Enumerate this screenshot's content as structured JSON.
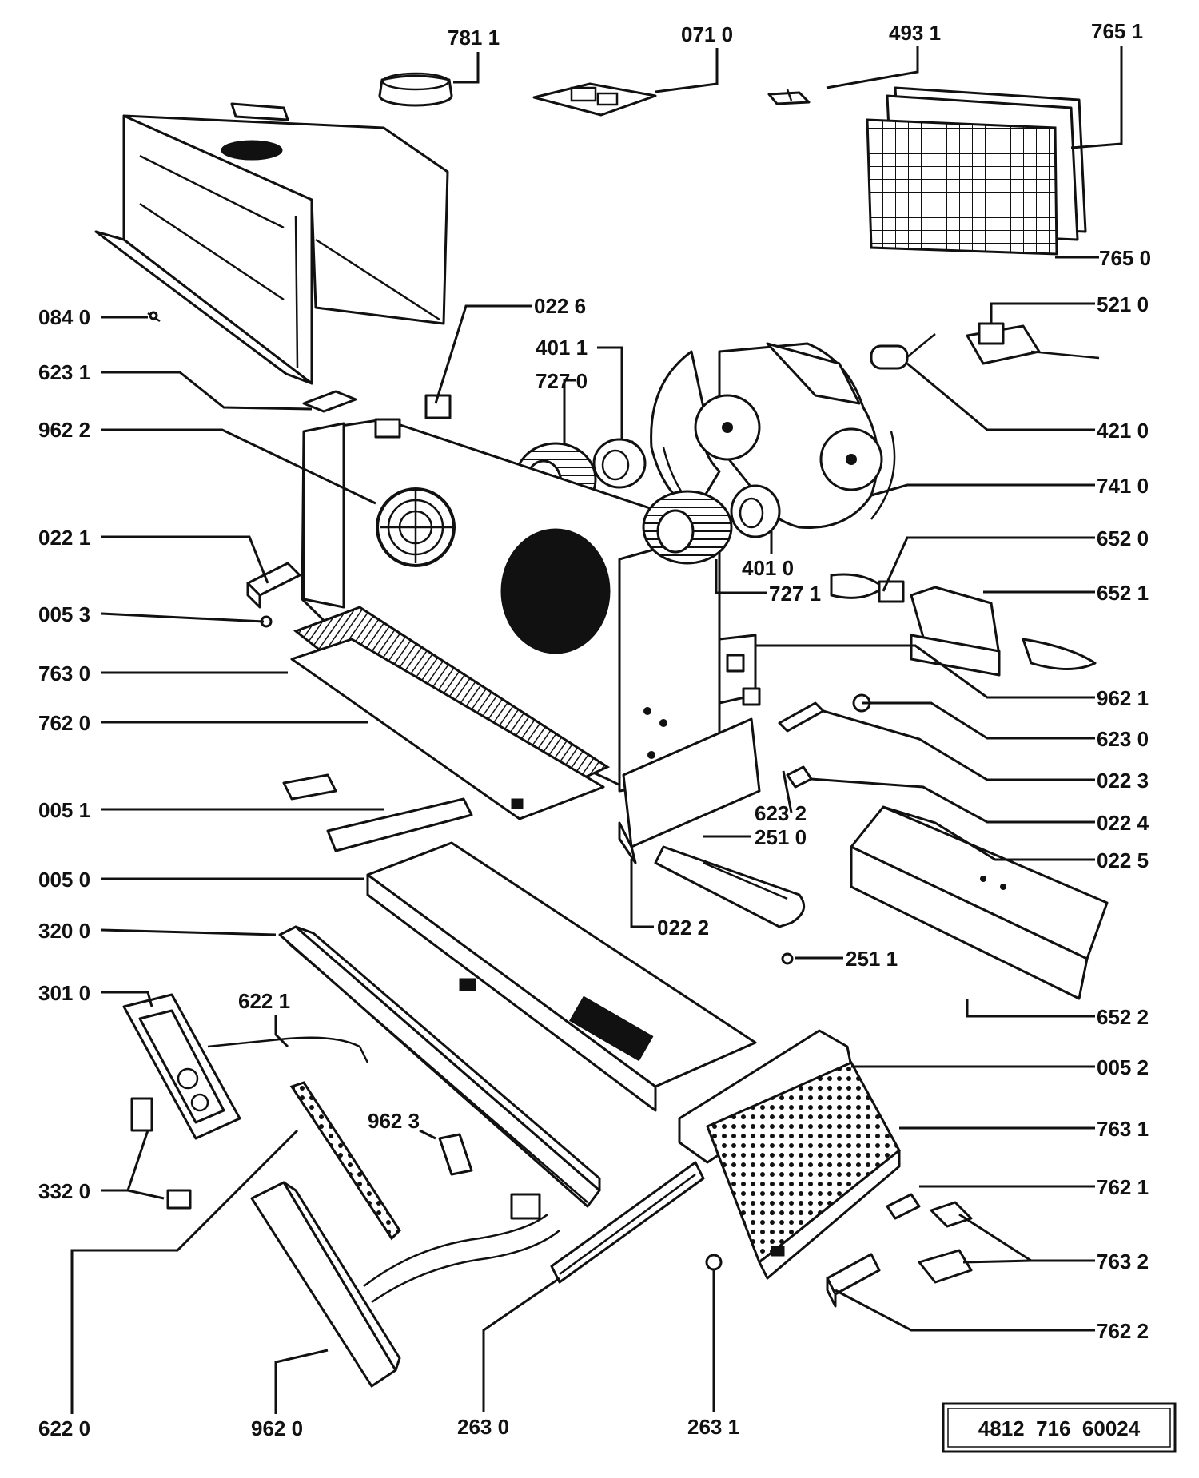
{
  "document_number": "4812  716  60024",
  "callouts": {
    "c7811": "781 1",
    "c0710": "071 0",
    "c4931": "493 1",
    "c7651": "765 1",
    "c7650": "765 0",
    "c0840": "084 0",
    "c6231": "623 1",
    "c0226": "022 6",
    "c4011": "401 1",
    "c7270": "727 0",
    "c5210": "521 0",
    "c4210": "421 0",
    "c9622": "962 2",
    "c7410": "741 0",
    "c0221": "022 1",
    "c4010": "401 0",
    "c7271": "727 1",
    "c6520": "652 0",
    "c6521": "652 1",
    "c0053": "005 3",
    "c7630": "763 0",
    "c9621": "962 1",
    "c7620": "762 0",
    "c6230": "623 0",
    "c0223": "022 3",
    "c0224": "022 4",
    "c0051": "005 1",
    "c6232": "623 2",
    "c2510": "251 0",
    "c0225": "022 5",
    "c0050": "005 0",
    "c0222": "022 2",
    "c3200": "320 0",
    "c2511": "251 1",
    "c3010": "301 0",
    "c6221": "622 1",
    "c6522": "652 2",
    "c0052": "005 2",
    "c9623": "962 3",
    "c7631": "763 1",
    "c3320": "332 0",
    "c7621": "762 1",
    "c7632": "763 2",
    "c7622": "762 2",
    "c6220": "622 0",
    "c9620": "962 0",
    "c2630": "263 0",
    "c2631": "263 1"
  }
}
